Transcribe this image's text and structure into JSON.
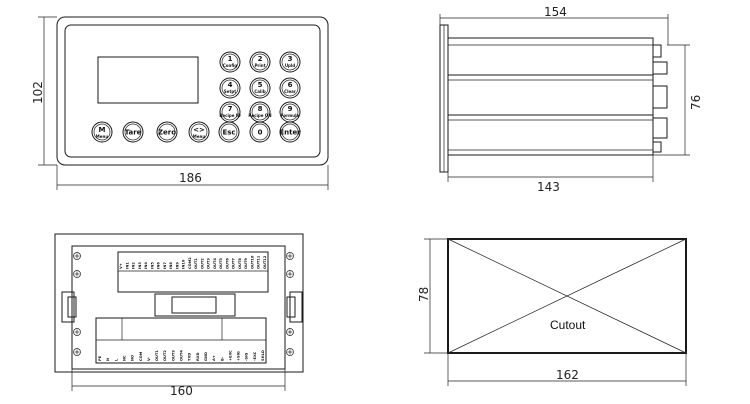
{
  "front_view": {
    "width_dim": "186",
    "height_dim": "102",
    "keys": [
      {
        "label": "1",
        "sub": "Config"
      },
      {
        "label": "2",
        "sub": "Print"
      },
      {
        "label": "3",
        "sub": "Upld"
      },
      {
        "label": "4",
        "sub": "Setpt"
      },
      {
        "label": "5",
        "sub": "Calib"
      },
      {
        "label": "6",
        "sub": "Clear"
      },
      {
        "label": "7",
        "sub": "Recipe ID"
      },
      {
        "label": "8",
        "sub": "Recipe ON"
      },
      {
        "label": "9",
        "sub": "Formula"
      }
    ],
    "bottom_keys": [
      {
        "label": "M",
        "sub": "Menu"
      },
      {
        "label": "Tare",
        "sub": ""
      },
      {
        "label": "Zero",
        "sub": ""
      },
      {
        "label": "<>",
        "sub": "Menu"
      },
      {
        "label": "Esc",
        "sub": ""
      },
      {
        "label": "0",
        "sub": ""
      },
      {
        "label": "Enter",
        "sub": ""
      }
    ]
  },
  "side_view": {
    "length_dim": "154",
    "body_dim": "143",
    "height_dim": "76"
  },
  "rear_view": {
    "width_dim": "160",
    "top_terminals": [
      "V+",
      "IN1",
      "IN2",
      "IN3",
      "IN4",
      "IN5",
      "IN6",
      "IN7",
      "IN8",
      "IN9",
      "IN10",
      "COM2",
      "OUT1",
      "OUT2",
      "OUT3",
      "OUT4",
      "OUT5",
      "OUT6",
      "OUT7",
      "OUT8",
      "OUT9",
      "OUT10",
      "OUT11",
      "OUT12"
    ],
    "bottom_terminals": [
      "PE",
      "N",
      "L",
      "NC",
      "NO",
      "COM",
      "V-",
      "OUT1",
      "OUT2",
      "OUT3",
      "OUT4",
      "TXD",
      "RXD",
      "GND",
      "A+",
      "B-",
      "+EXC",
      "+SIG",
      "-SIG",
      "-EXC",
      "SHLD"
    ]
  },
  "cutout_view": {
    "label": "Cutout",
    "width_dim": "162",
    "height_dim": "78"
  }
}
